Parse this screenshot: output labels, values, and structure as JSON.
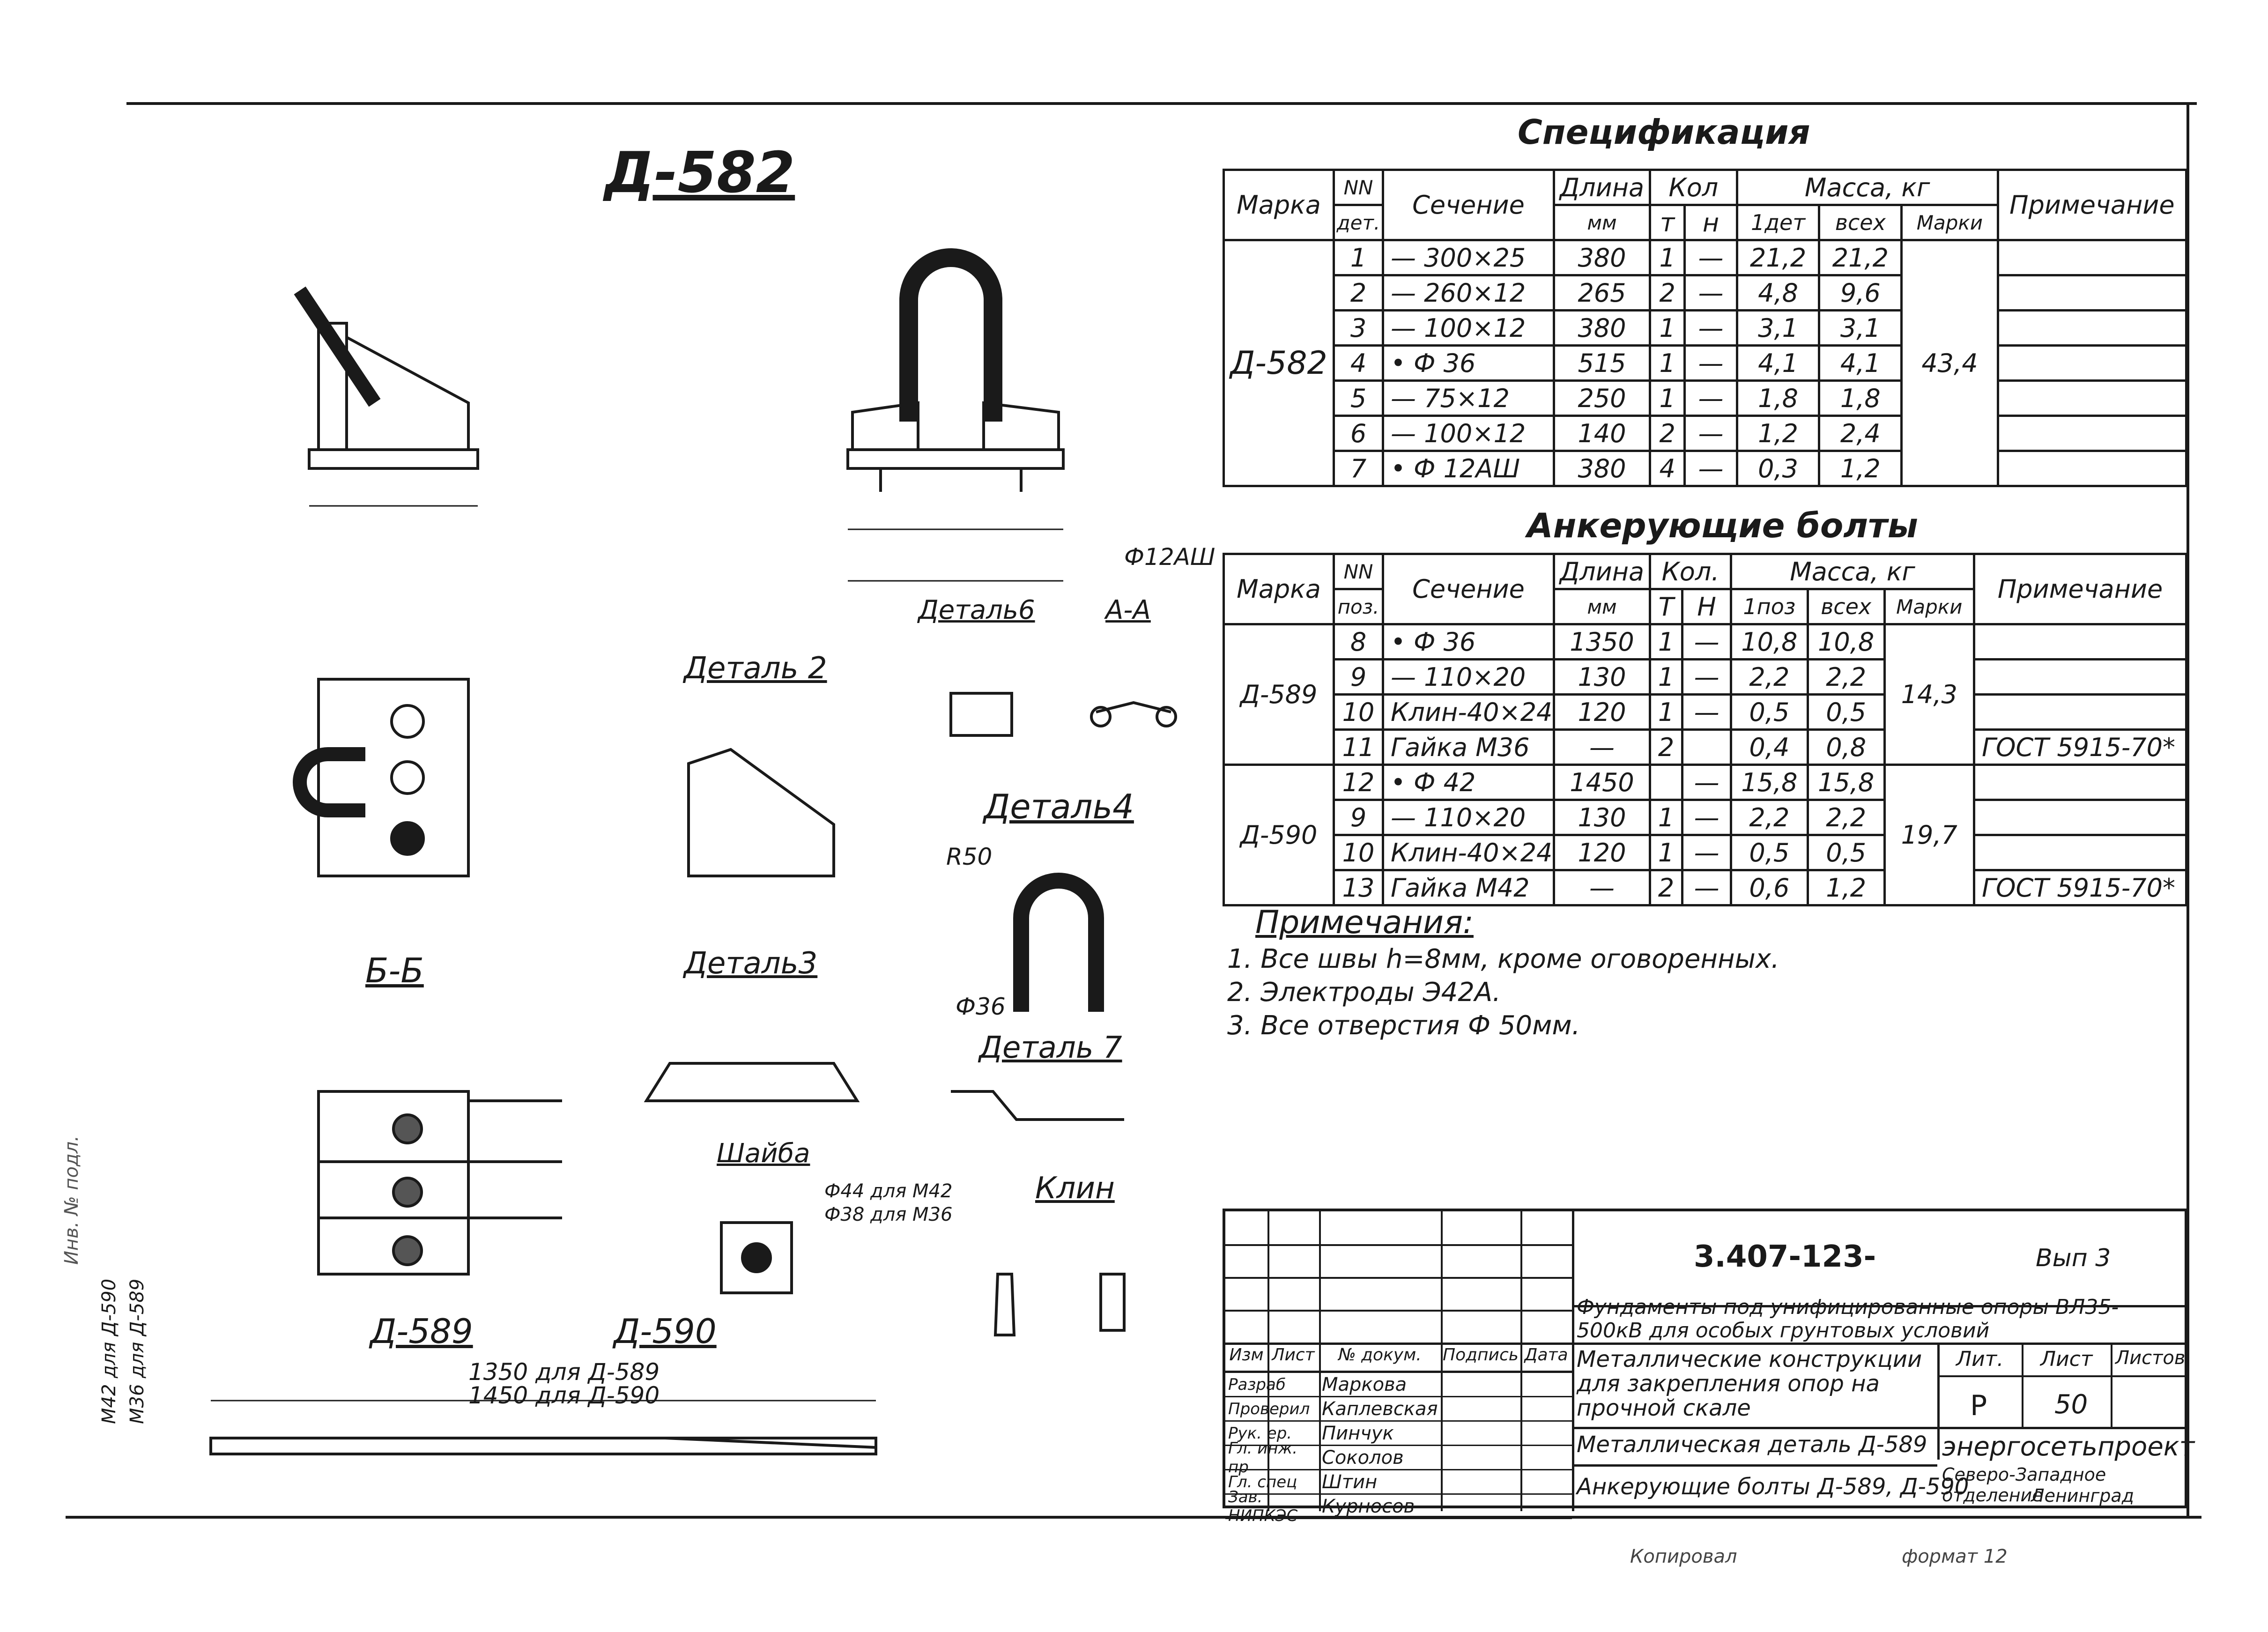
{
  "main_title": "Д-582",
  "spec": {
    "title": "Спецификация",
    "headers": {
      "marka": "Марка",
      "nn": "NN",
      "det": "дет.",
      "sechenie": "Сечение",
      "dlina": "Длина",
      "mm": "мм",
      "kol": "Кол",
      "t": "т",
      "n": "н",
      "massa": "Масса, кг",
      "odet": "1дет",
      "vseh": "всех",
      "marki": "Марки",
      "primechanie": "Примечание"
    },
    "group_mark": "Д-582",
    "group_mass": "43,4",
    "rows": [
      {
        "nn": "1",
        "sec": "— 300×25",
        "len": "380",
        "t": "1",
        "n": "—",
        "one": "21,2",
        "all": "21,2"
      },
      {
        "nn": "2",
        "sec": "— 260×12",
        "len": "265",
        "t": "2",
        "n": "—",
        "one": "4,8",
        "all": "9,6"
      },
      {
        "nn": "3",
        "sec": "— 100×12",
        "len": "380",
        "t": "1",
        "n": "—",
        "one": "3,1",
        "all": "3,1"
      },
      {
        "nn": "4",
        "sec": "• Ф 36",
        "len": "515",
        "t": "1",
        "n": "—",
        "one": "4,1",
        "all": "4,1"
      },
      {
        "nn": "5",
        "sec": "— 75×12",
        "len": "250",
        "t": "1",
        "n": "—",
        "one": "1,8",
        "all": "1,8"
      },
      {
        "nn": "6",
        "sec": "— 100×12",
        "len": "140",
        "t": "2",
        "n": "—",
        "one": "1,2",
        "all": "2,4"
      },
      {
        "nn": "7",
        "sec": "• Ф 12АШ",
        "len": "380",
        "t": "4",
        "n": "—",
        "one": "0,3",
        "all": "1,2"
      }
    ]
  },
  "bolts": {
    "title": "Анкерующие болты",
    "headers": {
      "marka": "Марка",
      "nn": "NN",
      "poz": "поз.",
      "sechenie": "Сечение",
      "dlina": "Длина",
      "mm": "мм",
      "kol": "Кол.",
      "t": "Т",
      "n": "Н",
      "massa": "Масса, кг",
      "opoz": "1поз",
      "vseh": "всех",
      "marki": "Марки",
      "primechanie": "Примечание"
    },
    "groups": [
      {
        "mark": "Д-589",
        "mass": "14,3",
        "rows": [
          {
            "nn": "8",
            "sec": "• Ф 36",
            "len": "1350",
            "t": "1",
            "n": "—",
            "one": "10,8",
            "all": "10,8",
            "note": ""
          },
          {
            "nn": "9",
            "sec": "— 110×20",
            "len": "130",
            "t": "1",
            "n": "—",
            "one": "2,2",
            "all": "2,2",
            "note": ""
          },
          {
            "nn": "10",
            "sec": "Клин-40×24",
            "len": "120",
            "t": "1",
            "n": "—",
            "one": "0,5",
            "all": "0,5",
            "note": ""
          },
          {
            "nn": "11",
            "sec": "Гайка М36",
            "len": "—",
            "t": "2",
            "n": "",
            "one": "0,4",
            "all": "0,8",
            "note": "ГОСТ 5915-70*"
          }
        ]
      },
      {
        "mark": "Д-590",
        "mass": "19,7",
        "rows": [
          {
            "nn": "12",
            "sec": "• Ф 42",
            "len": "1450",
            "t": "",
            "n": "—",
            "one": "15,8",
            "all": "15,8",
            "note": ""
          },
          {
            "nn": "9",
            "sec": "— 110×20",
            "len": "130",
            "t": "1",
            "n": "—",
            "one": "2,2",
            "all": "2,2",
            "note": ""
          },
          {
            "nn": "10",
            "sec": "Клин-40×24",
            "len": "120",
            "t": "1",
            "n": "—",
            "one": "0,5",
            "all": "0,5",
            "note": ""
          },
          {
            "nn": "13",
            "sec": "Гайка М42",
            "len": "—",
            "t": "2",
            "n": "—",
            "one": "0,6",
            "all": "1,2",
            "note": "ГОСТ 5915-70*"
          }
        ]
      }
    ]
  },
  "notes": {
    "title": "Примечания:",
    "items": [
      "1. Все швы h=8мм, кроме оговоренных.",
      "2. Электроды Э42А.",
      "3. Все отверстия Ф 50мм."
    ]
  },
  "drawing_labels": {
    "detal2": "Деталь 2",
    "detal3": "Деталь3",
    "detal4": "Деталь4",
    "detal6": "Деталь6",
    "detal7": "Деталь 7",
    "aa": "А-А",
    "bb": "Б-Б",
    "shaiba": "Шайба",
    "klin": "Клин",
    "d589": "Д-589",
    "d590": "Д-590",
    "len1": "1350  для  Д-589",
    "len2": "1450  для  Д-590",
    "phi44": "Ф44 для М42",
    "phi38": "Ф38 для М36",
    "r50": "R50",
    "phi36": "Ф36",
    "phi12": "Ф12АШ",
    "m42": "М42 для Д-590",
    "m36": "М36 для Д-589"
  },
  "title_block": {
    "code": "3.407-123-",
    "vyp": "Вып 3",
    "project": "Фундаменты под унифицированные опоры ВЛ35-500кВ для особых грунтовых условий",
    "subject": "Металлические конструкции для закрепления опор на прочной скале",
    "lit_h": "Лит.",
    "list_h": "Лист",
    "listov_h": "Листов",
    "lit": "Р",
    "list": "50",
    "sheet1": "Металлическая деталь Д-589",
    "sheet2": "Анкерующие болты Д-589, Д-590",
    "org": "энергосетьпроект",
    "org2": "Северо-Западное отделение",
    "org3": "Ленинград",
    "col_headers": [
      "Изм",
      "Лист",
      "№ докум.",
      "Подпись",
      "Дата"
    ],
    "staff": [
      {
        "role": "Разраб",
        "name": "Маркова"
      },
      {
        "role": "Проверил",
        "name": "Каплевская"
      },
      {
        "role": "Рук. ер.",
        "name": "Пинчук"
      },
      {
        "role": "Гл. инж. пр",
        "name": "Соколов"
      },
      {
        "role": "Гл. спец",
        "name": "Штин"
      },
      {
        "role": "Зав. НИПКЭС",
        "name": "Курносов"
      }
    ]
  },
  "footer": {
    "format": "формат 12",
    "copied": "Копировал"
  },
  "left_margin": "Инв. № подл."
}
